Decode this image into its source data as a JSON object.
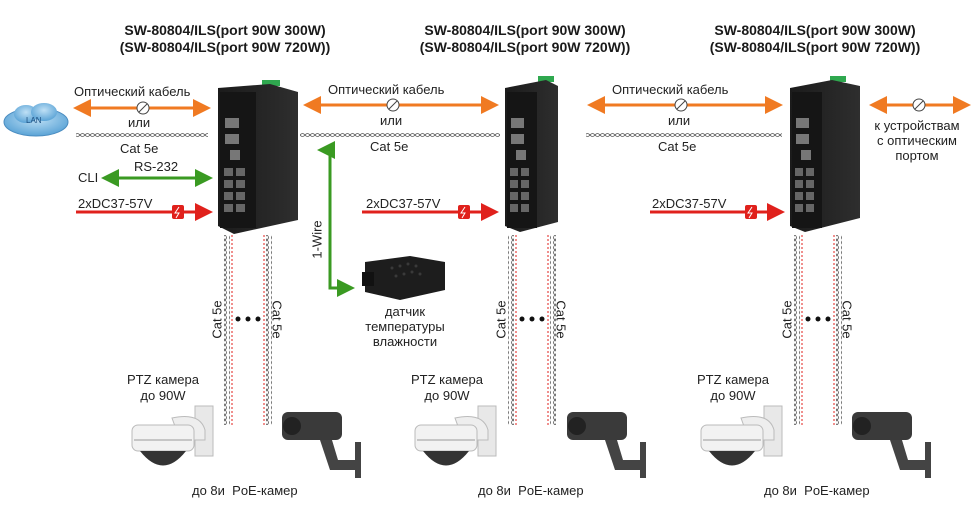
{
  "switches": [
    {
      "title_line1": "SW-80804/ILS(port 90W 300W)",
      "title_line2": "(SW-80804/ILS(port 90W 720W))"
    },
    {
      "title_line1": "SW-80804/ILS(port 90W 300W)",
      "title_line2": "(SW-80804/ILS(port 90W 720W))"
    },
    {
      "title_line1": "SW-80804/ILS(port 90W 300W)",
      "title_line2": "(SW-80804/ILS(port 90W 720W))"
    }
  ],
  "links": {
    "optical_label": "Оптический кабель",
    "or_label": "или",
    "cat5e_label": "Cat 5e",
    "rs232_label": "RS-232",
    "cli_label": "CLI",
    "power_label": "2xDC37-57V",
    "onewire_label": "1-Wire",
    "lan_label": "LAN",
    "end_devices_label": [
      "к устройствам",
      "с оптическим",
      "портом"
    ]
  },
  "sensor": {
    "label": [
      "датчик",
      "температуры",
      "влажности"
    ]
  },
  "cameras": {
    "ptz_label": [
      "PTZ камера",
      "до 90W"
    ],
    "poe_label": "до 8и  PoE-камер",
    "cable_label": "Cat 5e"
  },
  "colors": {
    "optical": "#f07a22",
    "rs232": "#3a9a22",
    "power": "#e0211c",
    "cloud": "#7ab8e0"
  }
}
